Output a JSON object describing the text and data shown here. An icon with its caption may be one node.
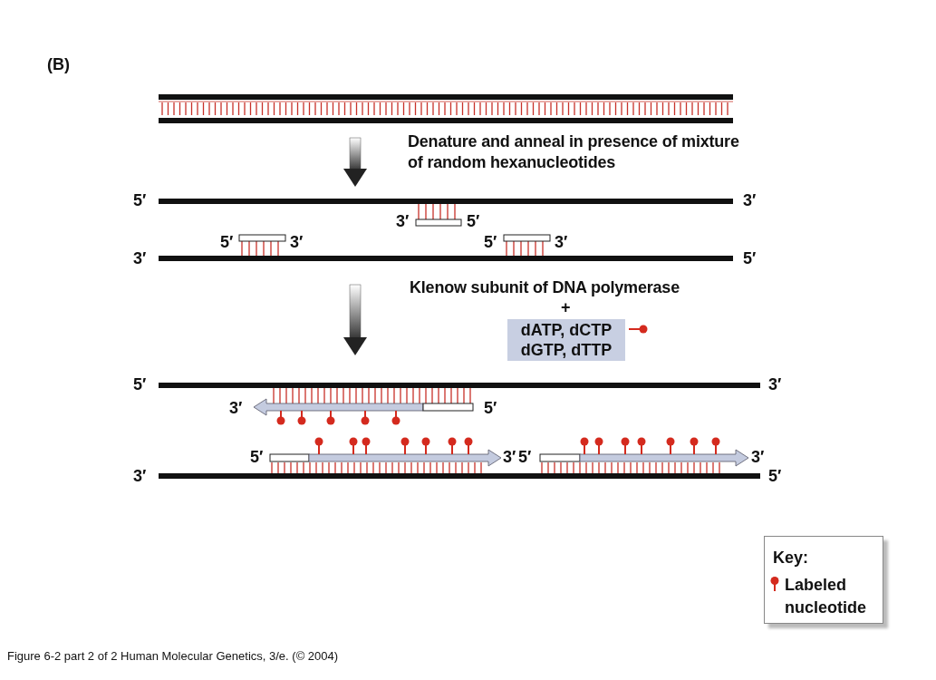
{
  "diagram": {
    "caption": "Figure 6-2 part 2 of 2  Human Molecular Genetics, 3/e.  (© 2004)",
    "nodes": [
      {
        "text": [
          "dATP, dCTP dGTP, dTTP"
        ]
      }
    ],
    "labels": [
      "(B)",
      "Denature and anneal in presence of mixture of random hexanucleotides",
      "5′",
      "3′",
      "3′",
      "5′",
      "5′",
      "3′",
      "5′",
      "3′",
      "3′",
      "5′",
      "Klenow subunit of DNA polymerase",
      "+",
      "5′",
      "3′",
      "3′",
      "5′",
      "5′",
      "3′",
      "5′",
      "3′",
      "3′",
      "5′",
      "Key:"
    ],
    "legend": [
      {
        "text": "Labeled nucleotide"
      }
    ]
  }
}
